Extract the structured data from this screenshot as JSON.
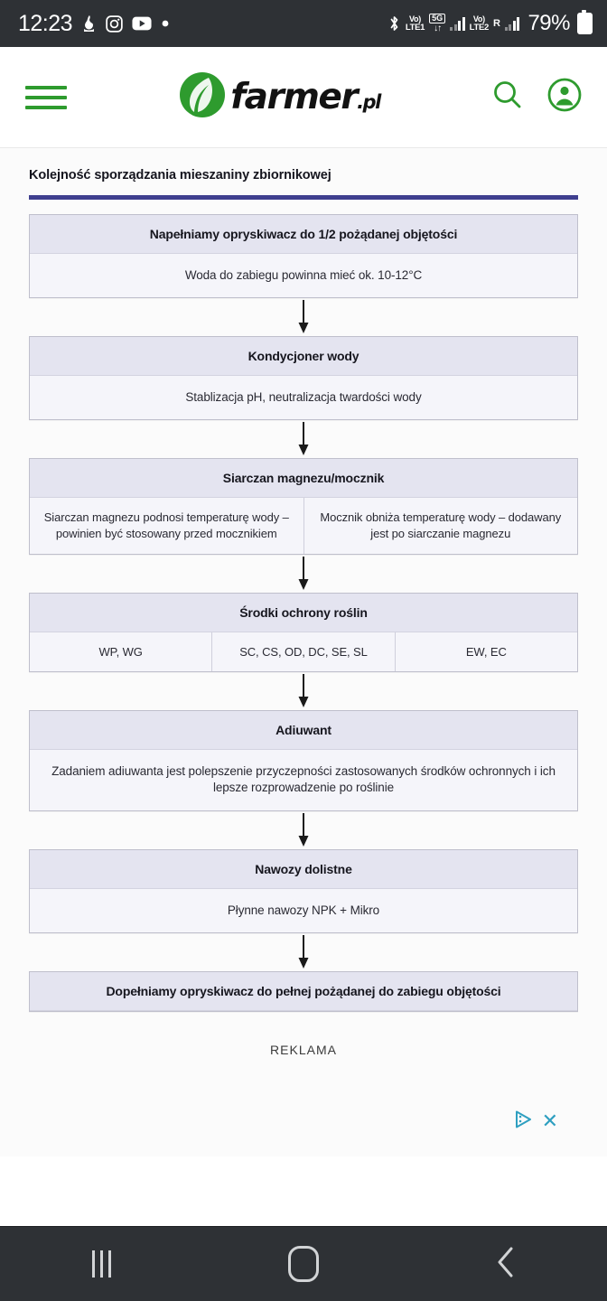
{
  "statusbar": {
    "time": "12:23",
    "left_icons": [
      "incense-icon",
      "instagram-icon",
      "youtube-icon",
      "dot-icon"
    ],
    "bluetooth": "bluetooth-icon",
    "sim1_volte": "Vo)",
    "sim1_label": "LTE1",
    "network_badge": "5G",
    "network_arrows": "↓↑",
    "sim2_volte": "Vo)",
    "sim2_label": "LTE2",
    "roaming": "R",
    "battery_percent": "79%"
  },
  "header": {
    "menu": "hamburger-menu",
    "logo_name": "farmer",
    "logo_tld": ".pl",
    "search": "search-icon",
    "account": "account-icon"
  },
  "article": {
    "figure_title": "Kolejność sporządzania mieszaniny zbiornikowej",
    "accent_color": "#3f3f8f",
    "steps": [
      {
        "head": "Napełniamy opryskiwacz do 1/2 pożądanej objętości",
        "body": "Woda do zabiegu powinna mieć ok. 10-12°C"
      },
      {
        "head": "Kondycjoner wody",
        "body": "Stablizacja pH, neutralizacja twardości wody"
      },
      {
        "head": "Siarczan magnezu/mocznik",
        "columns": [
          "Siarczan magnezu podnosi temperaturę wody – powinien być stosowany przed mocznikiem",
          "Mocznik obniża temperaturę wody – dodawany jest po siarczanie magnezu"
        ]
      },
      {
        "head": "Środki ochrony roślin",
        "columns": [
          "WP, WG",
          "SC, CS, OD, DC, SE, SL",
          "EW, EC"
        ]
      },
      {
        "head": "Adiuwant",
        "body": "Zadaniem adiuwanta jest polepszenie przyczepności zastosowanych środków ochronnych i ich lepsze rozprowadzenie po roślinie"
      },
      {
        "head": "Nawozy dolistne",
        "body": "Płynne nawozy NPK + Mikro"
      },
      {
        "head": "Dopełniamy opryskiwacz do pełnej pożądanej do zabiegu objętości"
      }
    ]
  },
  "ad": {
    "label": "REKLAMA",
    "adchoices_icon": "adchoices-icon",
    "close_label": "✕",
    "accent_color": "#2e9fc0"
  },
  "navbar": {
    "recents": "recents-icon",
    "home": "home-icon",
    "back": "back-icon"
  }
}
